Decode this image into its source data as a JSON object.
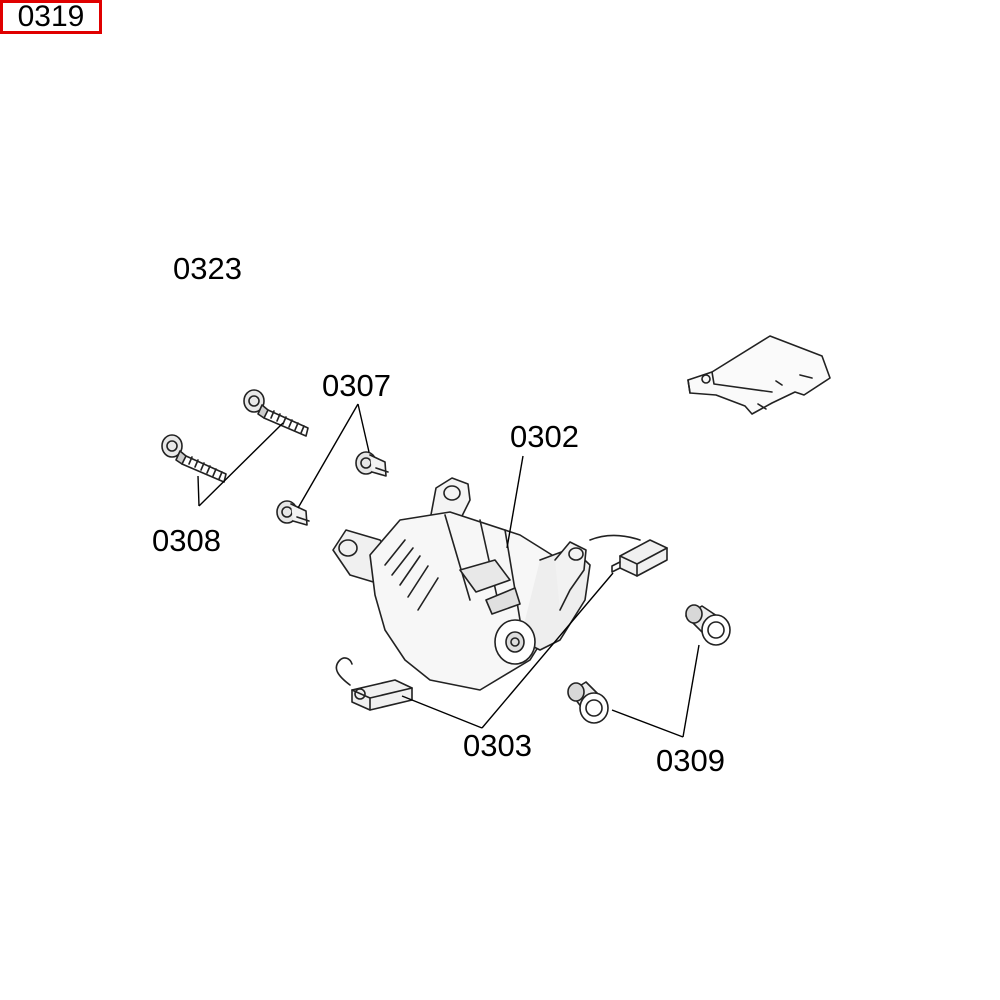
{
  "labels": {
    "p0323": "0323",
    "p0307": "0307",
    "p0302": "0302",
    "p0319": "0319",
    "p0308": "0308",
    "p0303": "0303",
    "p0309": "0309"
  },
  "highlight": {
    "part": "0319",
    "color": "#e00000"
  },
  "line_color": "#000000"
}
